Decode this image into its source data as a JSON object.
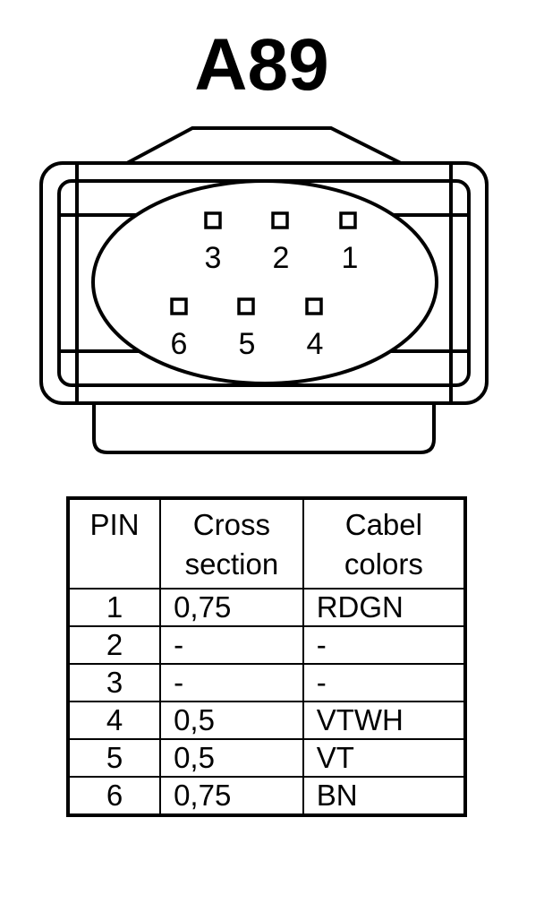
{
  "title": "A89",
  "pin_labels": [
    "3",
    "2",
    "1",
    "6",
    "5",
    "4"
  ],
  "table": {
    "headers": [
      "PIN",
      "Cross section",
      "Cabel colors"
    ],
    "header_lines": [
      [
        "PIN"
      ],
      [
        "Cross",
        "section"
      ],
      [
        "Cabel",
        "colors"
      ]
    ],
    "rows": [
      {
        "pin": "1",
        "cross": "0,75",
        "color": "RDGN"
      },
      {
        "pin": "2",
        "cross": "-",
        "color": "-"
      },
      {
        "pin": "3",
        "cross": "-",
        "color": "-"
      },
      {
        "pin": "4",
        "cross": "0,5",
        "color": "VTWH"
      },
      {
        "pin": "5",
        "cross": "0,5",
        "color": "VT"
      },
      {
        "pin": "6",
        "cross": "0,75",
        "color": "BN"
      }
    ]
  }
}
